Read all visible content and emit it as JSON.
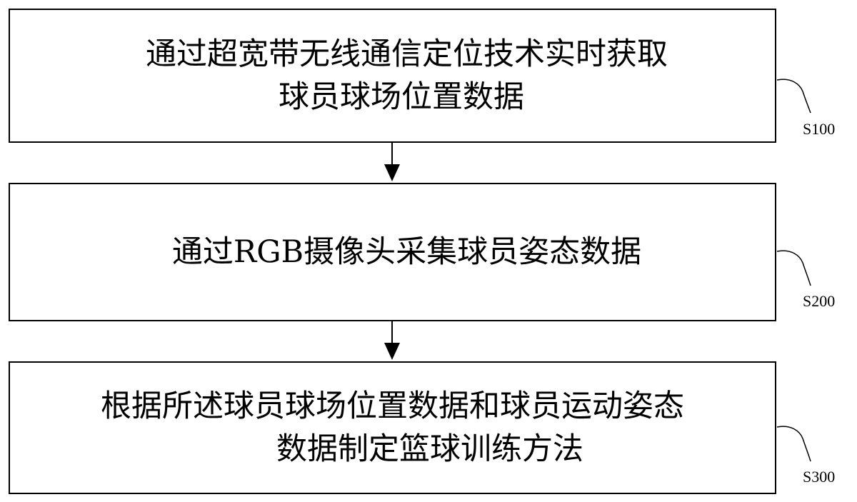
{
  "steps": [
    {
      "line1": "通过超宽带无线通信定位技术实时获取",
      "line2": "球员球场位置数据",
      "label": "S100"
    },
    {
      "line1": "通过RGB摄像头采集球员姿态数据",
      "label": "S200"
    },
    {
      "line1": "根据所述球员球场位置数据和球员运动姿态",
      "line2": "数据制定篮球训练方法",
      "label": "S300"
    }
  ]
}
